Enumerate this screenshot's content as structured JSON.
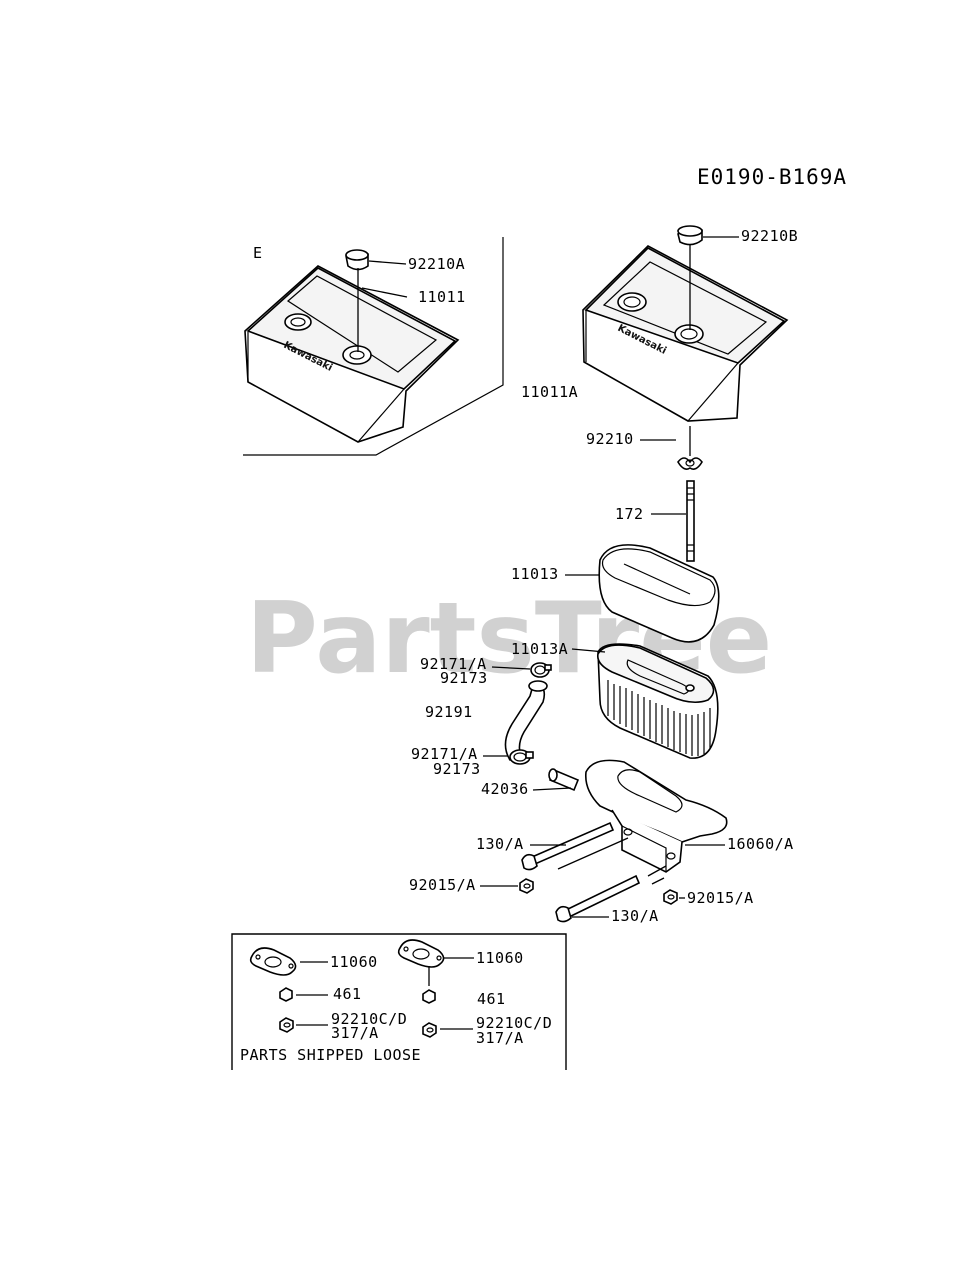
{
  "diagram_code": "E0190-B169A",
  "inset_marker": "E",
  "watermark": "PartsTree",
  "cover_brand": "Kawasaki",
  "labels": {
    "p92210A": "92210A",
    "p11011": "11011",
    "p92210B": "92210B",
    "p11011A": "11011A",
    "p92210": "92210",
    "p172": "172",
    "p11013": "11013",
    "p11013A": "11013A",
    "p92171A_1": "92171/A",
    "p92173_1": "92173",
    "p92191": "92191",
    "p92171A_2": "92171/A",
    "p92173_2": "92173",
    "p42036": "42036",
    "p130A_1": "130/A",
    "p16060A": "16060/A",
    "p92015A_1": "92015/A",
    "p92015A_2": "92015/A",
    "p130A_2": "130/A"
  },
  "loose_parts": {
    "caption": "PARTS SHIPPED LOOSE",
    "g1_gasket": "11060",
    "g1_nut": "461",
    "g1_screw_a": "92210C/D",
    "g1_screw_b": "317/A",
    "g2_gasket": "11060",
    "g2_nut": "461",
    "g2_screw_a": "92210C/D",
    "g2_screw_b": "317/A"
  }
}
